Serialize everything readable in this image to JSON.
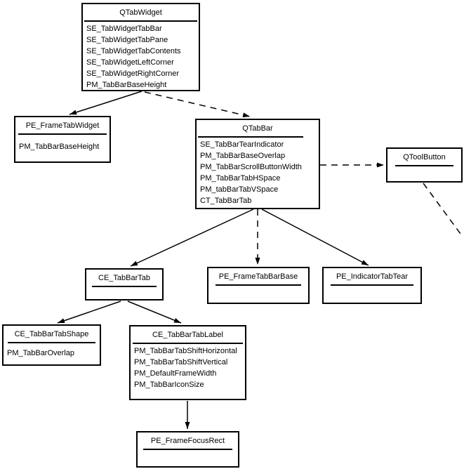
{
  "diagram": {
    "background_color": "#ffffff",
    "line_color": "#000000",
    "nodes": {
      "qtabwidget": {
        "title": "QTabWidget",
        "items": [
          "SE_TabWidgetTabBar",
          "SE_TabWidgetTabPane",
          "SE_TabWidgetTabContents",
          "SE_TabWidgetLeftCorner",
          "SE_TabWidgetRightCorner",
          "PM_TabBarBaseHeight"
        ]
      },
      "pe_frametabwidget": {
        "title": "PE_FrameTabWidget",
        "items": [
          "PM_TabBarBaseHeight"
        ]
      },
      "qtabbar": {
        "title": "QTabBar",
        "items": [
          "SE_TabBarTearIndicator",
          "PM_TabBarBaseOverlap",
          "PM_TabBarScrollButtonWidth",
          "PM_TabBarTabHSpace",
          "PM_tabBarTabVSpace",
          "CT_TabBarTab"
        ]
      },
      "qtoolbutton": {
        "title": "QToolButton",
        "items": []
      },
      "ce_tabbartab": {
        "title": "CE_TabBarTab",
        "items": []
      },
      "pe_frametabbarbase": {
        "title": "PE_FrameTabBarBase",
        "items": []
      },
      "pe_indicatortabtear": {
        "title": "PE_IndicatorTabTear",
        "items": []
      },
      "ce_tabbartabshape": {
        "title": "CE_TabBarTabShape",
        "items": [
          "PM_TabBarOverlap"
        ]
      },
      "ce_tabbartablabel": {
        "title": "CE_TabBarTabLabel",
        "items": [
          "PM_TabBarTabShiftHorizontal",
          "PM_TabBarTabShiftVertical",
          "PM_DefaultFrameWidth",
          "PM_TabBarIconSize"
        ]
      },
      "pe_framefocusrect": {
        "title": "PE_FrameFocusRect",
        "items": []
      }
    },
    "edges": [
      {
        "from": "QTabWidget",
        "to": "PE_FrameTabWidget",
        "style": "solid",
        "arrowhead": true
      },
      {
        "from": "QTabWidget",
        "to": "QTabBar",
        "style": "dashed",
        "arrowhead": true
      },
      {
        "from": "QTabBar",
        "to": "QToolButton",
        "style": "dashed",
        "arrowhead": true
      },
      {
        "from": "QToolButton",
        "to": "offscreen-bottom-right",
        "style": "dashed",
        "arrowhead": false
      },
      {
        "from": "QTabBar",
        "to": "CE_TabBarTab",
        "style": "solid",
        "arrowhead": true
      },
      {
        "from": "QTabBar",
        "to": "PE_FrameTabBarBase",
        "style": "dashed",
        "arrowhead": true
      },
      {
        "from": "QTabBar",
        "to": "PE_IndicatorTabTear",
        "style": "solid",
        "arrowhead": true
      },
      {
        "from": "CE_TabBarTab",
        "to": "CE_TabBarTabShape",
        "style": "solid",
        "arrowhead": true
      },
      {
        "from": "CE_TabBarTab",
        "to": "CE_TabBarTabLabel",
        "style": "solid",
        "arrowhead": true
      },
      {
        "from": "CE_TabBarTabLabel",
        "to": "PE_FrameFocusRect",
        "style": "solid",
        "arrowhead": true
      }
    ]
  }
}
